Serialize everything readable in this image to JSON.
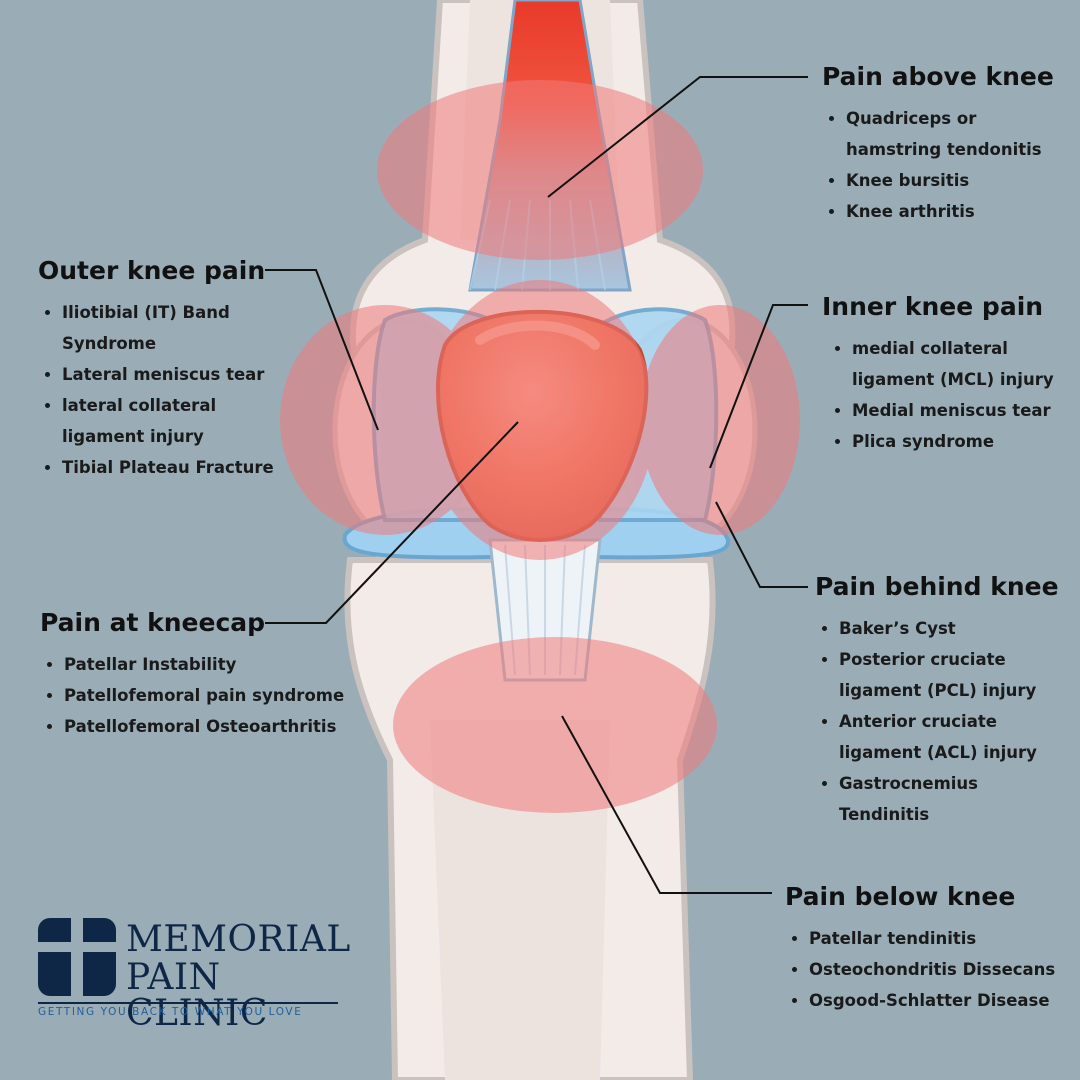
{
  "colors": {
    "background": "#9aadb7",
    "pain_zone": "#f07a7a",
    "kneecap": "#f0704a",
    "meniscus": "#8ec6ec",
    "bone": "#f2ebe7",
    "brand_navy": "#0f2747",
    "brand_blue": "#1f5f9a"
  },
  "sections": {
    "above": {
      "title": "Pain above knee",
      "items": [
        "Quadriceps or hamstring tendonitis",
        "Knee bursitis",
        "Knee arthritis"
      ]
    },
    "outer": {
      "title": "Outer knee pain",
      "items": [
        "Iliotibial (IT) Band Syndrome",
        "Lateral meniscus tear",
        "lateral collateral ligament injury",
        "Tibial Plateau Fracture"
      ]
    },
    "inner": {
      "title": "Inner knee pain",
      "items": [
        "medial collateral ligament (MCL) injury",
        "Medial meniscus tear",
        "Plica syndrome"
      ]
    },
    "kneecap": {
      "title": "Pain at kneecap",
      "items": [
        "Patellar Instability",
        "Patellofemoral pain syndrome",
        "Patellofemoral Osteoarthritis"
      ]
    },
    "behind": {
      "title": "Pain behind knee",
      "items": [
        "Baker’s Cyst",
        "Posterior cruciate ligament (PCL) injury",
        "Anterior cruciate ligament (ACL) injury",
        "Gastrocnemius Tendinitis"
      ]
    },
    "below": {
      "title": "Pain below knee",
      "items": [
        "Patellar tendinitis",
        "Osteochondritis Dissecans",
        "Osgood-Schlatter Disease"
      ]
    }
  },
  "logo": {
    "icon": "cross-shield-icon",
    "line1": "MEMORIAL",
    "line2": "PAIN CLINIC",
    "tagline": "GETTING YOU BACK TO WHAT YOU LOVE"
  }
}
